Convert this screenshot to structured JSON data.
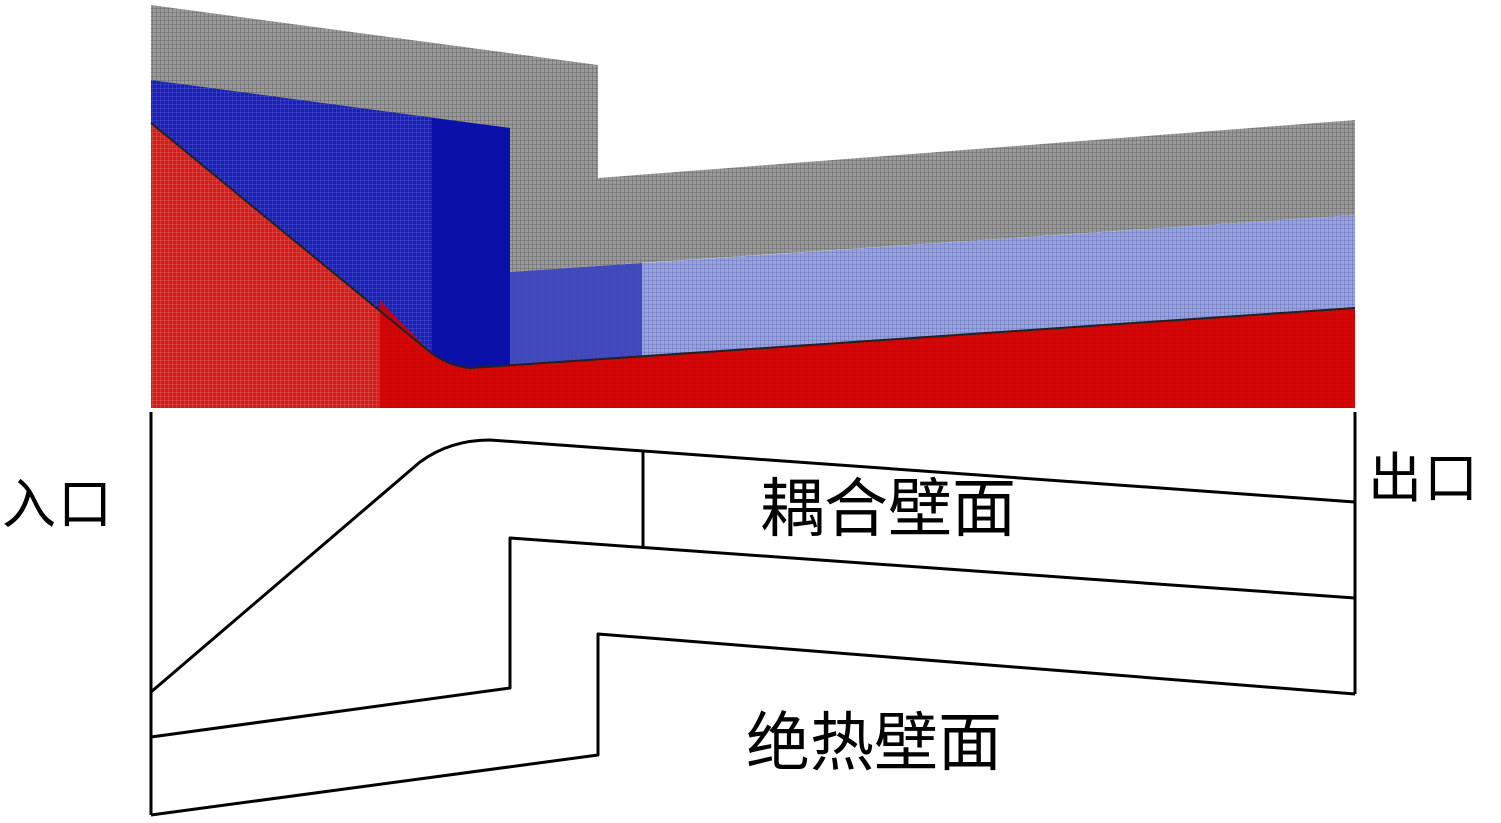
{
  "labels": {
    "inlet": "入口",
    "outlet": "出口",
    "coupled_wall": "耦合壁面",
    "adiabatic_wall": "绝热壁面"
  },
  "colors": {
    "mesh_gray": "#8a8a8a",
    "mesh_blue_dark": "#0a10a8",
    "mesh_blue_light": "#8a95d0",
    "mesh_red": "#d21010",
    "outline": "#000000"
  }
}
